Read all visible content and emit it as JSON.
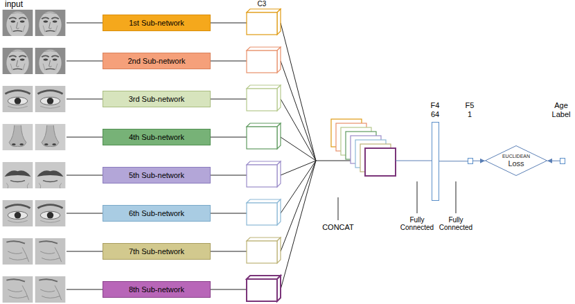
{
  "diagram": {
    "nodes": [
      {
        "text": [
          "1st Sub-network"
        ]
      },
      {
        "text": [
          "2nd Sub-network"
        ]
      },
      {
        "text": [
          "3rd Sub-network"
        ]
      },
      {
        "text": [
          "4th Sub-network"
        ]
      },
      {
        "text": [
          "5th Sub-network"
        ]
      },
      {
        "text": [
          "6th Sub-network"
        ]
      },
      {
        "text": [
          "7th Sub-network"
        ]
      },
      {
        "text": [
          "8th Sub-network"
        ]
      },
      {
        "text": [
          "F4 64"
        ]
      },
      {
        "text": [
          "F5 1"
        ]
      },
      {
        "text": [
          "EUCLIDEAN",
          "Loss"
        ]
      },
      {
        "text": [
          "Age Label"
        ]
      }
    ],
    "edges": [
      {
        "from": 8,
        "to": 9,
        "arrow": "none"
      },
      {
        "from": 9,
        "to": 10,
        "arrow": "to"
      },
      {
        "from": 11,
        "to": 10,
        "arrow": "to"
      }
    ],
    "labels": [
      "input",
      "C3",
      "CONCAT",
      "Fully Connected",
      "Fully Connected"
    ]
  }
}
